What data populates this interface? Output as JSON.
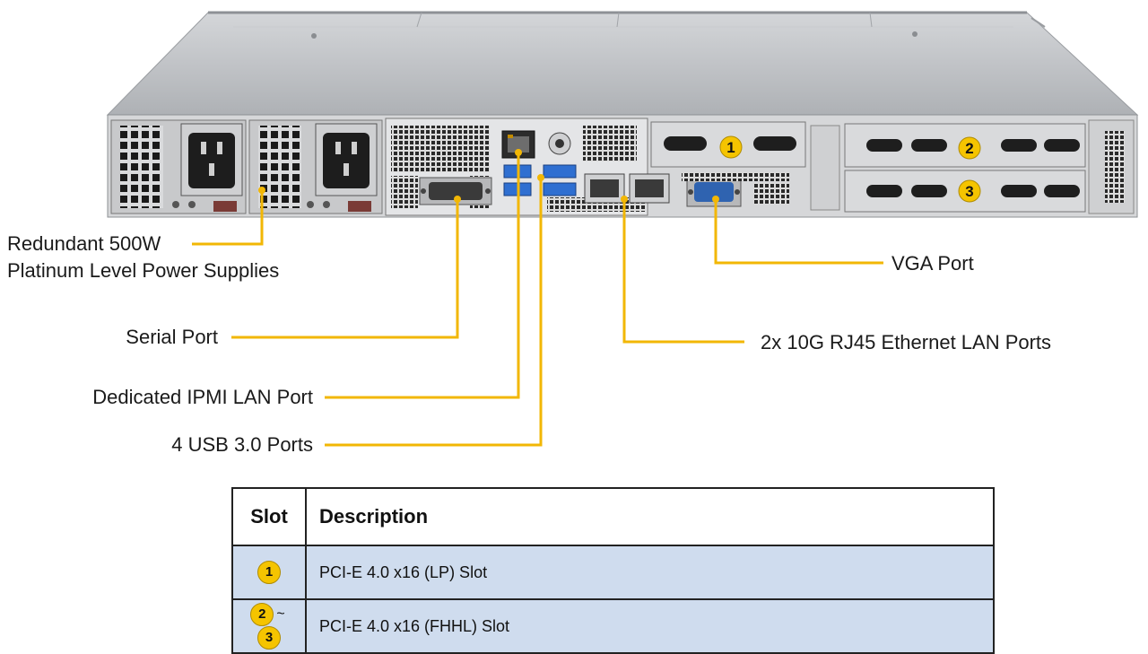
{
  "callouts": {
    "power_line1": "Redundant 500W",
    "power_line2": "Platinum Level Power Supplies",
    "serial": "Serial Port",
    "ipmi": "Dedicated IPMI  LAN Port",
    "usb": "4 USB 3.0 Ports",
    "vga": "VGA Port",
    "lan": "2x 10G RJ45 Ethernet LAN Ports"
  },
  "slot_badges": [
    "1",
    "2",
    "3"
  ],
  "table": {
    "headers": [
      "Slot",
      "Description"
    ],
    "rows": [
      {
        "slot_start": "1",
        "slot_sep": "",
        "slot_end": "",
        "description": "PCI-E 4.0 x16 (LP) Slot"
      },
      {
        "slot_start": "2",
        "slot_sep": "~",
        "slot_end": "3",
        "description": "PCI-E 4.0 x16 (FHHL) Slot"
      }
    ]
  },
  "colors": {
    "leader": "#f2b705",
    "badge": "#f5c400",
    "chassis_top": "#b9bcc0",
    "panel": "#e4e5e7",
    "table_row": "#cfdcee"
  }
}
